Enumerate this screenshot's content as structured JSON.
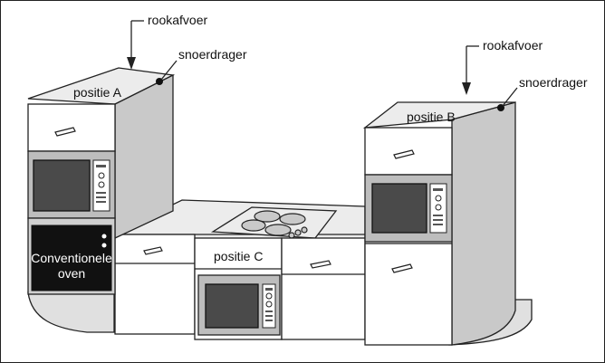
{
  "labels": {
    "rookafvoer_left": "rookafvoer",
    "snoerdrager_left": "snoerdrager",
    "rookafvoer_right": "rookafvoer",
    "snoerdrager_right": "snoerdrager",
    "positie_a": "positie A",
    "positie_b": "positie B",
    "positie_c": "positie C",
    "oven_line1": "Conventionele",
    "oven_line2": "oven"
  },
  "colors": {
    "line": "#222222",
    "side_panel": "#c9c9c9",
    "oven_window": "#4a4a4a",
    "oven_body": "#111111"
  }
}
